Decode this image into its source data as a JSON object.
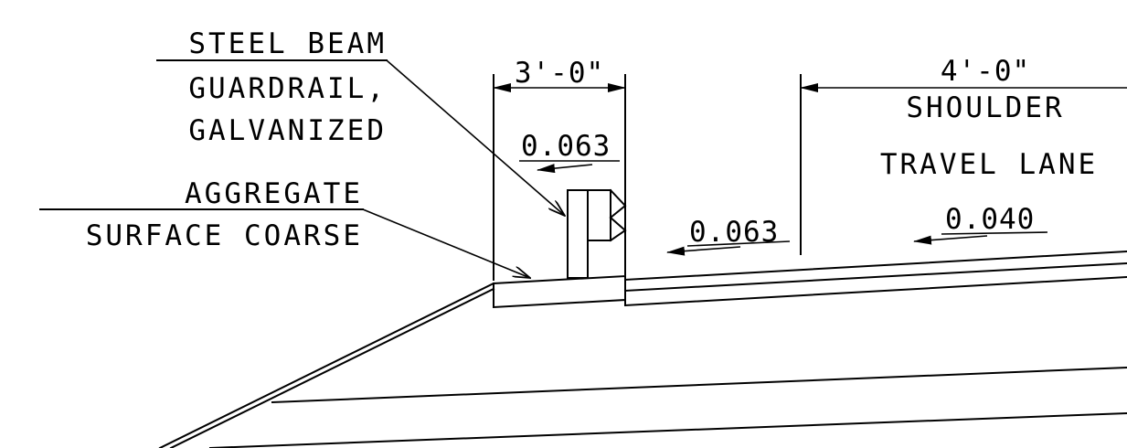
{
  "labels": {
    "steel_beam_line1": "STEEL BEAM",
    "steel_beam_line2": "GUARDRAIL,",
    "steel_beam_line3": "GALVANIZED",
    "aggregate_line1": "AGGREGATE",
    "aggregate_line2": "SURFACE COARSE",
    "shoulder_width": "4'-0\"",
    "shoulder": "SHOULDER",
    "travel_lane": "TRAVEL LANE",
    "guardrail_width": "3'-0\""
  },
  "slopes": {
    "guardrail_area": "0.063",
    "shoulder": "0.063",
    "travel_lane": "0.040"
  }
}
